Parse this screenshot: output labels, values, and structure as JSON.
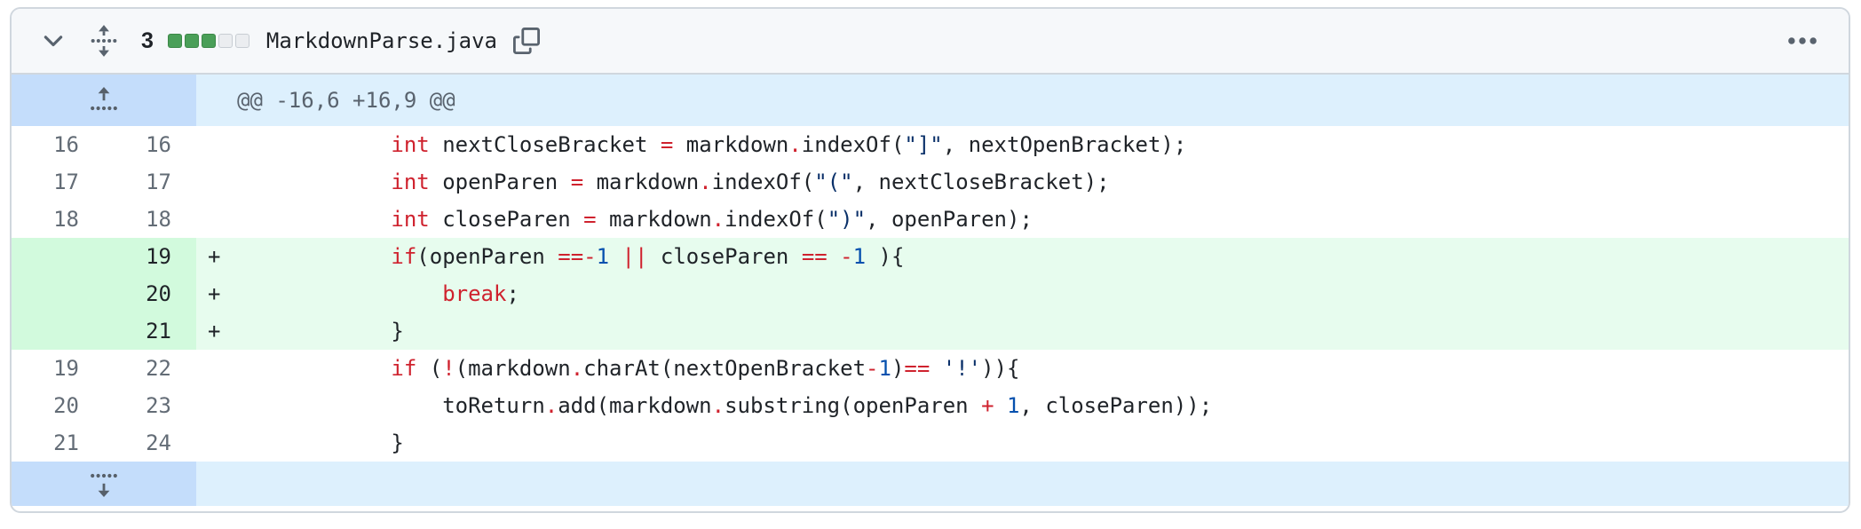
{
  "file_header": {
    "collapse_icon": "chevron-down-icon",
    "reorder_icon": "unfold-icon",
    "changed_lines_count": "3",
    "diffstat": {
      "added": 3,
      "neutral": 2,
      "total": 5
    },
    "filename": "MarkdownParse.java",
    "copy_icon": "copy-icon",
    "menu_icon": "kebab-horizontal-icon"
  },
  "hunk_header": {
    "text": "@@ -16,6 +16,9 @@",
    "expand_icon": "fold-up-icon"
  },
  "expand_footer": {
    "expand_icon": "fold-down-icon"
  },
  "colors": {
    "card_border": "#d0d7de",
    "header_bg": "#f6f8fa",
    "hunk_bg": "#ddf0fd",
    "hunk_expander_bg": "#c4ddfb",
    "added_code_bg": "#e7fcee",
    "added_gutter_bg": "#d2fadd",
    "diffstat_added": "#4a9f58",
    "diffstat_neutral": "#ebedf0",
    "keyword": "#cf222e",
    "number_literal": "#0550ae",
    "string_literal": "#0a3069",
    "code_text": "#1f2328",
    "line_number": "#636c76",
    "icon": "#59636e"
  },
  "token_legend": {
    "k": "keyword",
    "o": "operator",
    "n": "number",
    "s": "string",
    "p": "plain"
  },
  "diff": {
    "lines": [
      {
        "old": "16",
        "new": "16",
        "type": "context",
        "marker": "",
        "indent": 12,
        "tokens": [
          [
            "k",
            "int"
          ],
          [
            "p",
            " nextCloseBracket "
          ],
          [
            "o",
            "="
          ],
          [
            "p",
            " markdown"
          ],
          [
            "o",
            "."
          ],
          [
            "p",
            "indexOf("
          ],
          [
            "s",
            "\"]\""
          ],
          [
            "p",
            ", nextOpenBracket);"
          ]
        ]
      },
      {
        "old": "17",
        "new": "17",
        "type": "context",
        "marker": "",
        "indent": 12,
        "tokens": [
          [
            "k",
            "int"
          ],
          [
            "p",
            " openParen "
          ],
          [
            "o",
            "="
          ],
          [
            "p",
            " markdown"
          ],
          [
            "o",
            "."
          ],
          [
            "p",
            "indexOf("
          ],
          [
            "s",
            "\"(\""
          ],
          [
            "p",
            ", nextCloseBracket);"
          ]
        ]
      },
      {
        "old": "18",
        "new": "18",
        "type": "context",
        "marker": "",
        "indent": 12,
        "tokens": [
          [
            "k",
            "int"
          ],
          [
            "p",
            " closeParen "
          ],
          [
            "o",
            "="
          ],
          [
            "p",
            " markdown"
          ],
          [
            "o",
            "."
          ],
          [
            "p",
            "indexOf("
          ],
          [
            "s",
            "\")\""
          ],
          [
            "p",
            ", openParen);"
          ]
        ]
      },
      {
        "old": "",
        "new": "19",
        "type": "added",
        "marker": "+",
        "indent": 12,
        "tokens": [
          [
            "k",
            "if"
          ],
          [
            "p",
            "(openParen "
          ],
          [
            "o",
            "=="
          ],
          [
            "o",
            "-"
          ],
          [
            "n",
            "1"
          ],
          [
            "p",
            " "
          ],
          [
            "o",
            "||"
          ],
          [
            "p",
            " closeParen "
          ],
          [
            "o",
            "=="
          ],
          [
            "p",
            " "
          ],
          [
            "o",
            "-"
          ],
          [
            "n",
            "1"
          ],
          [
            "p",
            " ){"
          ]
        ]
      },
      {
        "old": "",
        "new": "20",
        "type": "added",
        "marker": "+",
        "indent": 16,
        "tokens": [
          [
            "k",
            "break"
          ],
          [
            "p",
            ";"
          ]
        ]
      },
      {
        "old": "",
        "new": "21",
        "type": "added",
        "marker": "+",
        "indent": 12,
        "tokens": [
          [
            "p",
            "}"
          ]
        ]
      },
      {
        "old": "19",
        "new": "22",
        "type": "context",
        "marker": "",
        "indent": 12,
        "tokens": [
          [
            "k",
            "if"
          ],
          [
            "p",
            " ("
          ],
          [
            "o",
            "!"
          ],
          [
            "p",
            "(markdown"
          ],
          [
            "o",
            "."
          ],
          [
            "p",
            "charAt(nextOpenBracket"
          ],
          [
            "o",
            "-"
          ],
          [
            "n",
            "1"
          ],
          [
            "p",
            ")"
          ],
          [
            "o",
            "=="
          ],
          [
            "p",
            " "
          ],
          [
            "s",
            "'!'"
          ],
          [
            "p",
            ")){"
          ]
        ]
      },
      {
        "old": "20",
        "new": "23",
        "type": "context",
        "marker": "",
        "indent": 16,
        "tokens": [
          [
            "p",
            "toReturn"
          ],
          [
            "o",
            "."
          ],
          [
            "p",
            "add(markdown"
          ],
          [
            "o",
            "."
          ],
          [
            "p",
            "substring(openParen "
          ],
          [
            "o",
            "+"
          ],
          [
            "p",
            " "
          ],
          [
            "n",
            "1"
          ],
          [
            "p",
            ", closeParen));"
          ]
        ]
      },
      {
        "old": "21",
        "new": "24",
        "type": "context",
        "marker": "",
        "indent": 12,
        "tokens": [
          [
            "p",
            "}"
          ]
        ]
      }
    ]
  }
}
